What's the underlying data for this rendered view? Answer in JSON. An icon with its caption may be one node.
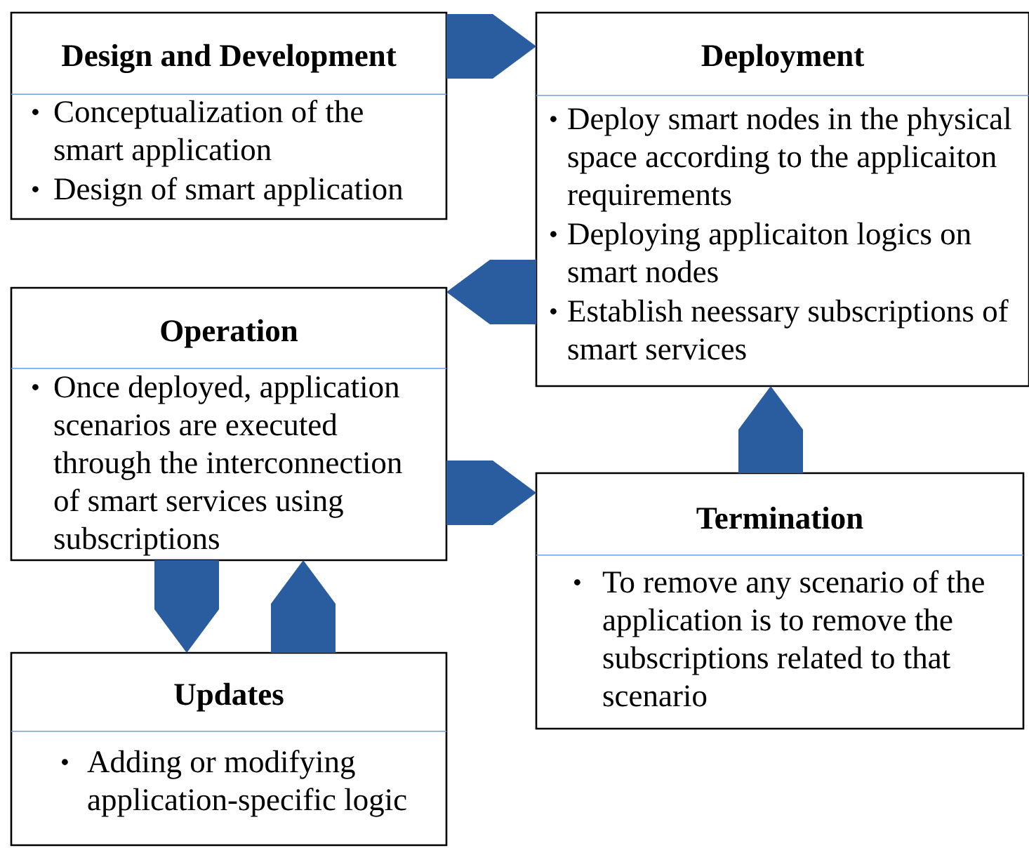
{
  "diagram": {
    "nodes": [
      {
        "text": [
          "Design and Development",
          "Conceptualization of the smart application",
          "Design of smart application"
        ]
      },
      {
        "text": [
          "Deployment",
          "Deploy smart nodes in the physical space according to the applicaiton requirements",
          "Deploying applicaiton logics on smart nodes",
          "Establish neessary subscriptions of smart services"
        ]
      },
      {
        "text": [
          "Operation",
          "Once deployed, application scenarios are executed through the interconnection of smart services using subscriptions"
        ]
      },
      {
        "text": [
          "Termination",
          "To remove any scenario of the application is to remove the subscriptions related to that scenario"
        ]
      },
      {
        "text": [
          "Updates",
          "Adding or modifying application-specific logic"
        ]
      }
    ],
    "edges": [
      {
        "from": 0,
        "to": 1,
        "arrow": "to"
      },
      {
        "from": 1,
        "to": 2,
        "arrow": "to"
      },
      {
        "from": 2,
        "to": 3,
        "arrow": "to"
      },
      {
        "from": 3,
        "to": 1,
        "arrow": "to"
      },
      {
        "from": 2,
        "to": 4,
        "arrow": "to"
      },
      {
        "from": 4,
        "to": 2,
        "arrow": "to"
      }
    ]
  }
}
